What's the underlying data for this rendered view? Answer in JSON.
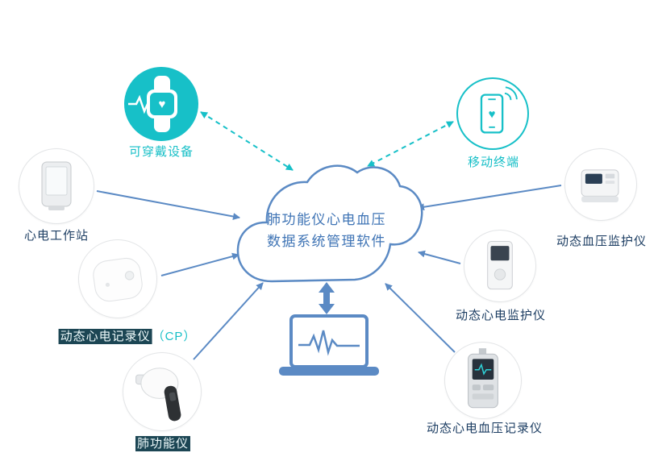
{
  "colors": {
    "teal": "#17C0C8",
    "blue": "#5B8AC4",
    "navy": "#1D3E63",
    "cloud_text": "#3F74B5",
    "highlight_bg": "#1C4654"
  },
  "cloud": {
    "line1": "肺功能仪心电血压",
    "line2": "数据系统管理软件"
  },
  "icons": {
    "heart": "♥",
    "wearable": "smartwatch-heart-icon",
    "mobile": "smartphone-heart-icon",
    "workstation": "ecg-workstation-device",
    "cp_recorder": "holter-recorder-device",
    "spirometer": "spirometer-device",
    "bp_monitor": "bp-monitor-device",
    "ecg_monitor": "ecg-monitor-device",
    "ecg_bp_recorder": "ecg-bp-recorder-device",
    "terminal": "laptop-ecg-icon"
  },
  "nodes": {
    "wearable": {
      "label": "可穿戴设备"
    },
    "mobile": {
      "label": "移动终端"
    },
    "workstation": {
      "label": "心电工作站"
    },
    "cp_recorder": {
      "label": "动态心电记录仪",
      "suffix": "（CP）"
    },
    "spirometer": {
      "label": "肺功能仪"
    },
    "bp_monitor": {
      "label": "动态血压监护仪"
    },
    "ecg_monitor": {
      "label": "动态心电监护仪"
    },
    "ecg_bp_recorder": {
      "label": "动态心电血压记录仪"
    }
  }
}
